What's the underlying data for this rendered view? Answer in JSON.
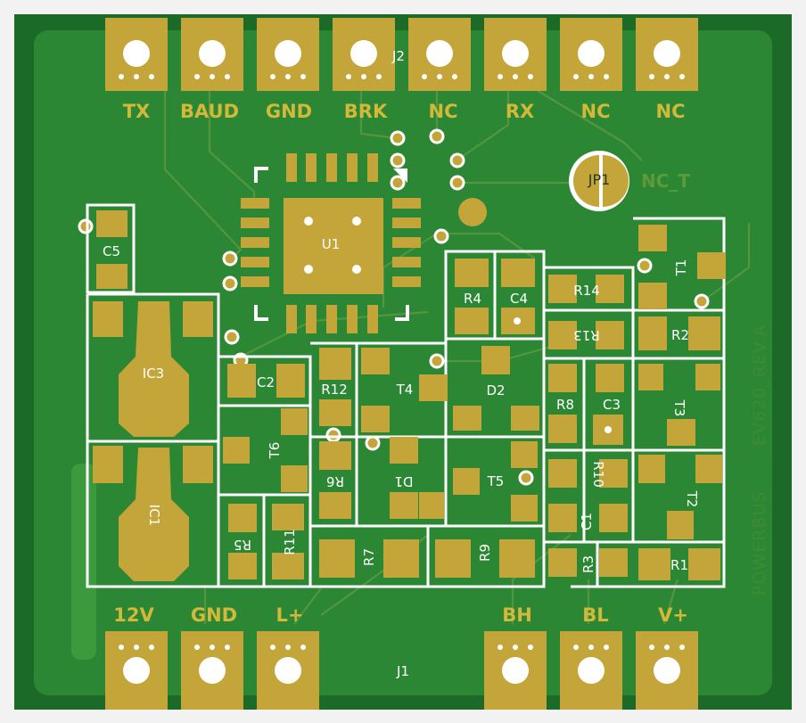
{
  "board": {
    "top_connector_ref": "J2",
    "bottom_connector_ref": "J1",
    "side_text_1": "EV620_REV.A",
    "side_text_2": "POWERBUS",
    "colors": {
      "board": "#1f6e2a",
      "copper": "#2e8a34",
      "pad": "#c3a53a",
      "silk": "#ffffff"
    }
  },
  "top_pins": [
    "TX",
    "BAUD",
    "GND",
    "BRK",
    "NC",
    "RX",
    "NC",
    "NC"
  ],
  "bottom_pins": [
    "12V",
    "GND",
    "L+",
    "BH",
    "BL",
    "V+"
  ],
  "jumper": {
    "ref": "JP1",
    "label": "NC_T"
  },
  "components": [
    "C5",
    "U1",
    "IC3",
    "C2",
    "IC1",
    "R5",
    "R11",
    "T6",
    "R12",
    "R6",
    "T4",
    "D1",
    "R7",
    "R4",
    "C4",
    "D2",
    "T5",
    "R9",
    "R14",
    "R13",
    "R8",
    "C3",
    "R10",
    "C1",
    "R3",
    "T1",
    "R2",
    "T3",
    "T2",
    "R1"
  ]
}
